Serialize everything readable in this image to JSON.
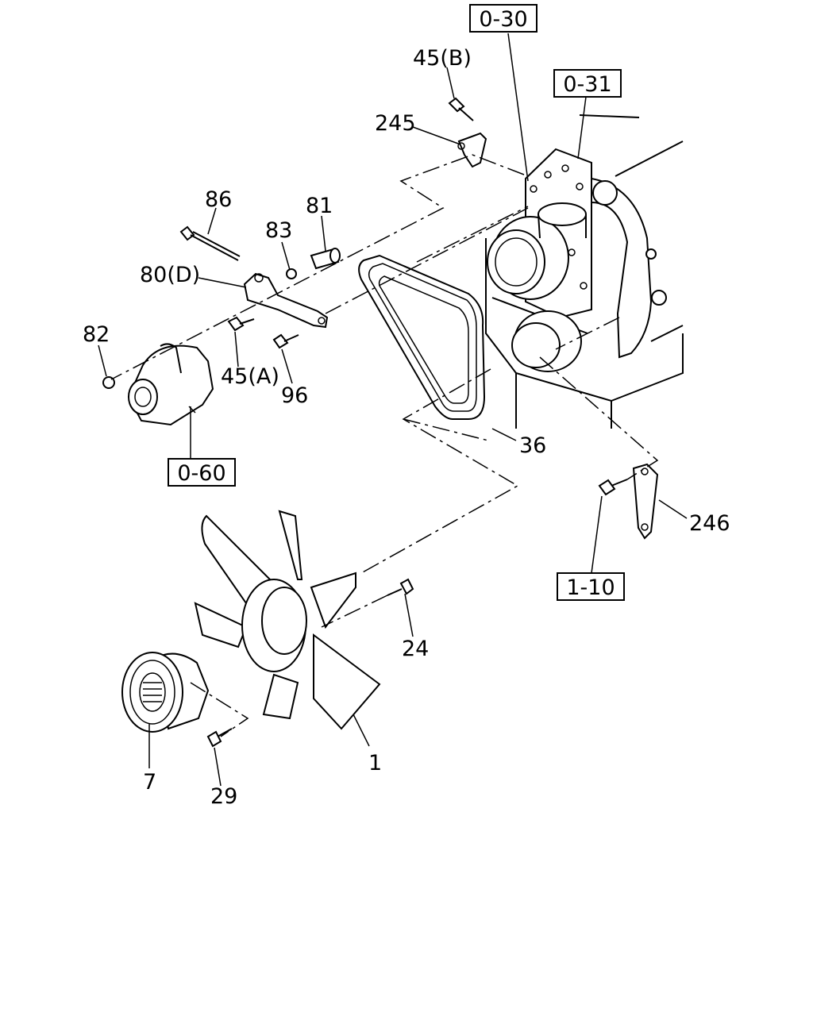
{
  "callouts": {
    "c_45b": "45(B)",
    "c_245": "245",
    "c_86": "86",
    "c_81": "81",
    "c_83": "83",
    "c_80d": "80(D)",
    "c_82": "82",
    "c_45a": "45(A)",
    "c_96": "96",
    "c_36": "36",
    "c_246": "246",
    "c_24": "24",
    "c_1": "1",
    "c_7": "7",
    "c_29": "29"
  },
  "refs": {
    "r_0_30": "0-30",
    "r_0_31": "0-31",
    "r_0_60": "0-60",
    "r_1_10": "1-10"
  }
}
